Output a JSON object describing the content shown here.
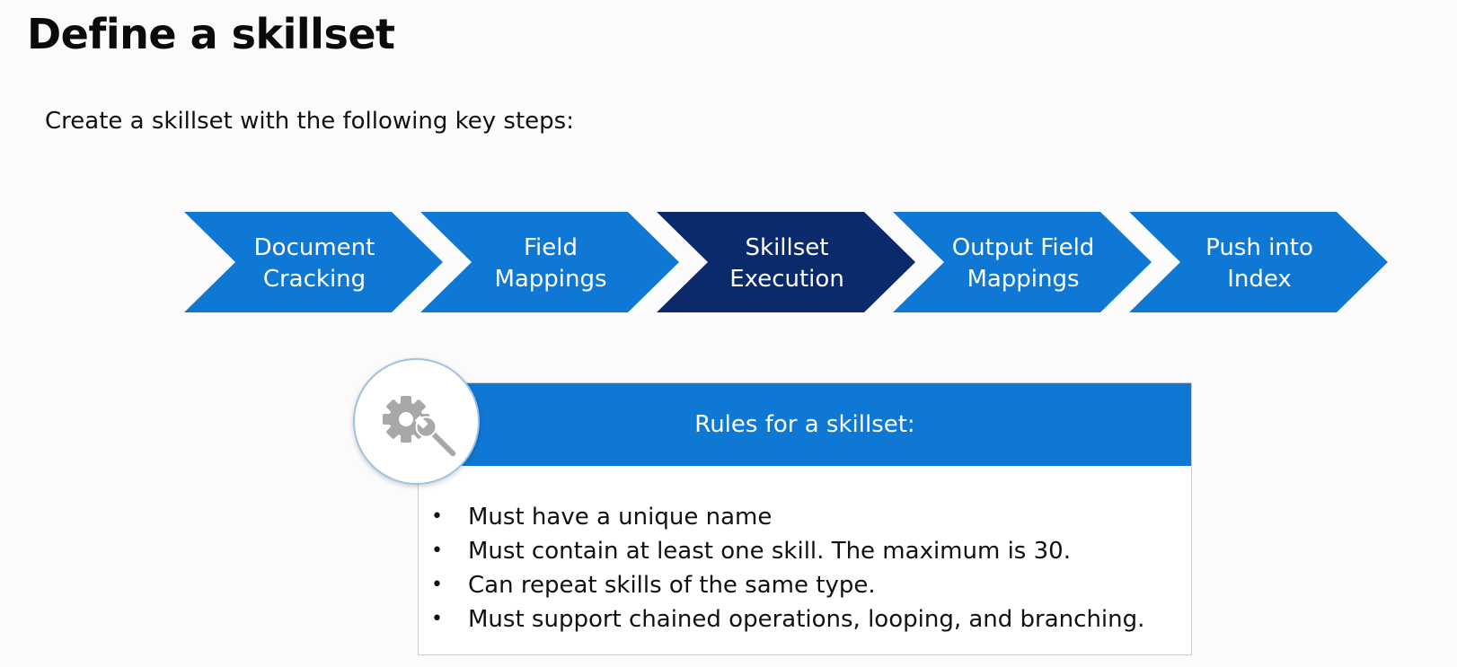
{
  "slide": {
    "title": "Define a skillset",
    "subtitle": "Create a skillset with the following key steps:"
  },
  "steps": [
    {
      "lines": [
        "Document",
        "Cracking"
      ],
      "color": "#0f78d4",
      "highlighted": false
    },
    {
      "lines": [
        "Field",
        "Mappings"
      ],
      "color": "#0f78d4",
      "highlighted": false
    },
    {
      "lines": [
        "Skillset",
        "Execution"
      ],
      "color": "#0b2a6b",
      "highlighted": true
    },
    {
      "lines": [
        "Output Field",
        "Mappings"
      ],
      "color": "#0f78d4",
      "highlighted": false
    },
    {
      "lines": [
        "Push into",
        "Index"
      ],
      "color": "#0f78d4",
      "highlighted": false
    }
  ],
  "rules": {
    "header": "Rules for a skillset:",
    "icon": "gear-wrench-icon",
    "items": [
      "Must have a unique name",
      "Must contain at least one skill. The maximum is 30.",
      "Can repeat skills of the same type.",
      "Must support chained operations, looping, and branching."
    ]
  },
  "colors": {
    "accent_blue": "#0f78d4",
    "dark_navy": "#0b2a6b",
    "icon_gray": "#a8a8a8"
  }
}
